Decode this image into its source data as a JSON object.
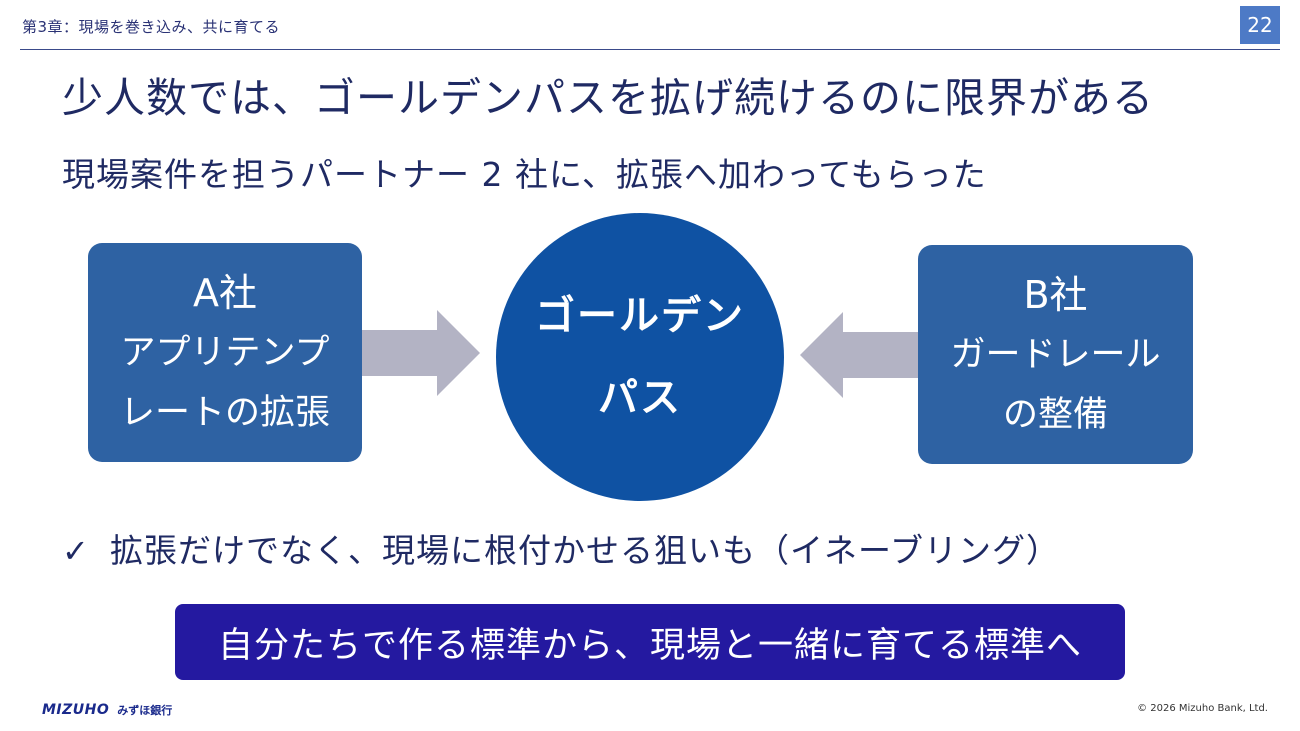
{
  "header": {
    "chapter": "第3章：現場を巻き込み、共に育てる",
    "page_number": "22"
  },
  "title": "少人数では、ゴールデンパスを拡げ続けるのに限界がある",
  "subtitle": "現場案件を担うパートナー 2 社に、拡張へ加わってもらった",
  "diagram": {
    "left": {
      "name": "A社",
      "line1": "アプリテンプ",
      "line2": "レートの拡張"
    },
    "center": {
      "line1": "ゴールデン",
      "line2": "パス"
    },
    "right": {
      "name": "B社",
      "line1": "ガードレール",
      "line2": "の整備"
    }
  },
  "check": {
    "mark": "✓",
    "text": "拡張だけでなく、現場に根付かせる狙いも（イネーブリング）"
  },
  "banner": "自分たちで作る標準から、現場と一緒に育てる標準へ",
  "footer": {
    "logo_en": "MIZUHO",
    "logo_jp": "みずほ銀行",
    "copyright": "© 2026 Mizuho Bank, Ltd."
  },
  "colors": {
    "box": "#2e62a3",
    "circle": "#0f52a3",
    "arrow": "#b3b3c4",
    "banner": "#2419a0",
    "page_badge": "#4d7ac6"
  }
}
